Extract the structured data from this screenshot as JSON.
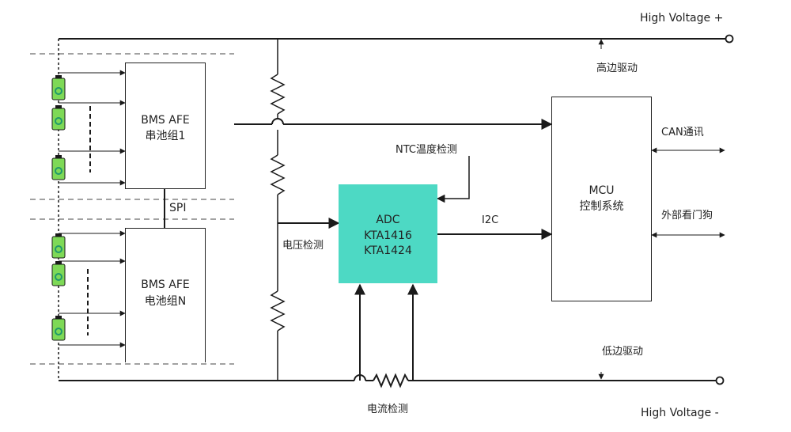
{
  "colors": {
    "line": "#1a1a1a",
    "adc_fill": "#4dd9c4",
    "cell_body": "#7ed957",
    "cell_icon": "#1f9a6a",
    "dash": "#444444"
  },
  "rails": {
    "high_voltage_plus": "High  Voltage +",
    "high_voltage_minus": "High  Voltage -"
  },
  "afe1": {
    "line1": "BMS AFE",
    "line2": "串池组1"
  },
  "afe2": {
    "line1": "BMS AFE",
    "line2": "电池组N"
  },
  "spi_label": "SPI",
  "adc": {
    "line1": "ADC",
    "line2": "KTA1416",
    "line3": "KTA1424"
  },
  "mcu": {
    "line1": "MCU",
    "line2": "控制系统"
  },
  "labels": {
    "high_side_drive": "高边驱动",
    "low_side_drive": "低边驱动",
    "ntc": "NTC温度检测",
    "voltage_detect": "电压检测",
    "current_detect": "电流检测",
    "i2c": "I2C",
    "can": "CAN通讯",
    "watchdog": "外部看门狗"
  },
  "icons": [
    "battery-cell-icon",
    "resistor-icon",
    "terminal-icon",
    "arrow-icon"
  ]
}
